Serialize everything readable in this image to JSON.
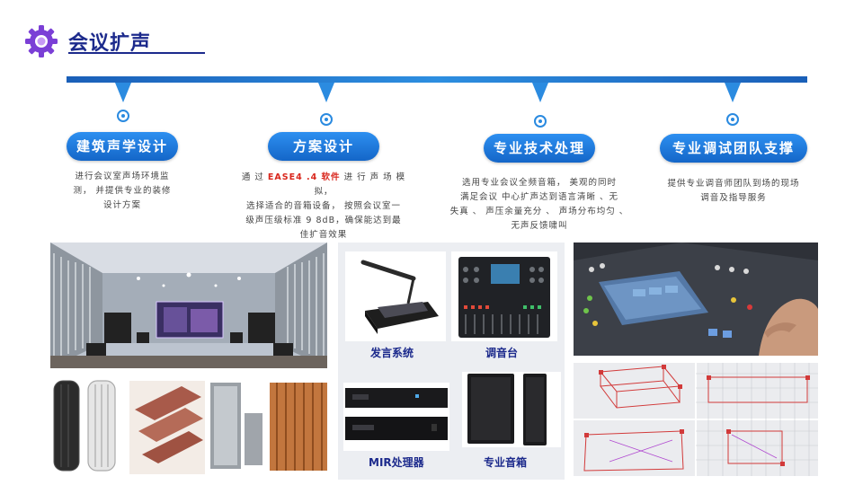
{
  "header": {
    "title": "会议扩声"
  },
  "steps": [
    {
      "label": "建筑声学设计",
      "desc": [
        "进行会议室声场环境监",
        "测， 并提供专业的装修",
        "设计方案"
      ]
    },
    {
      "label": "方案设计",
      "desc_pre": "通 过",
      "desc_hl": "EASE4 .4 软件",
      "desc_post": "进 行 声 场 模 拟，",
      "desc": [
        "选择适合的音箱设备， 按照会议室一",
        "级声压级标准 9 8dB，确保能达到最",
        "佳扩音效果"
      ]
    },
    {
      "label": "专业技术处理",
      "desc": [
        "选用专业会议全频音箱， 美观的同时",
        "满足会议 中心扩声达到语言清晰 、无",
        "失真 、 声压余量充分 、 声场分布均匀 、",
        "无声反馈啸叫"
      ]
    },
    {
      "label": "专业调试团队支撑",
      "desc": [
        "提供专业调音师团队到场的现场",
        "调音及指导服务"
      ]
    }
  ],
  "equipment": {
    "captions": [
      "发言系统",
      "调音台",
      "MIR处理器",
      "专业音箱"
    ]
  },
  "colors": {
    "accent": "#1c2a8c",
    "pill": "#1a75d8",
    "highlight": "#d9261c",
    "gear": "#7b3fd6"
  }
}
